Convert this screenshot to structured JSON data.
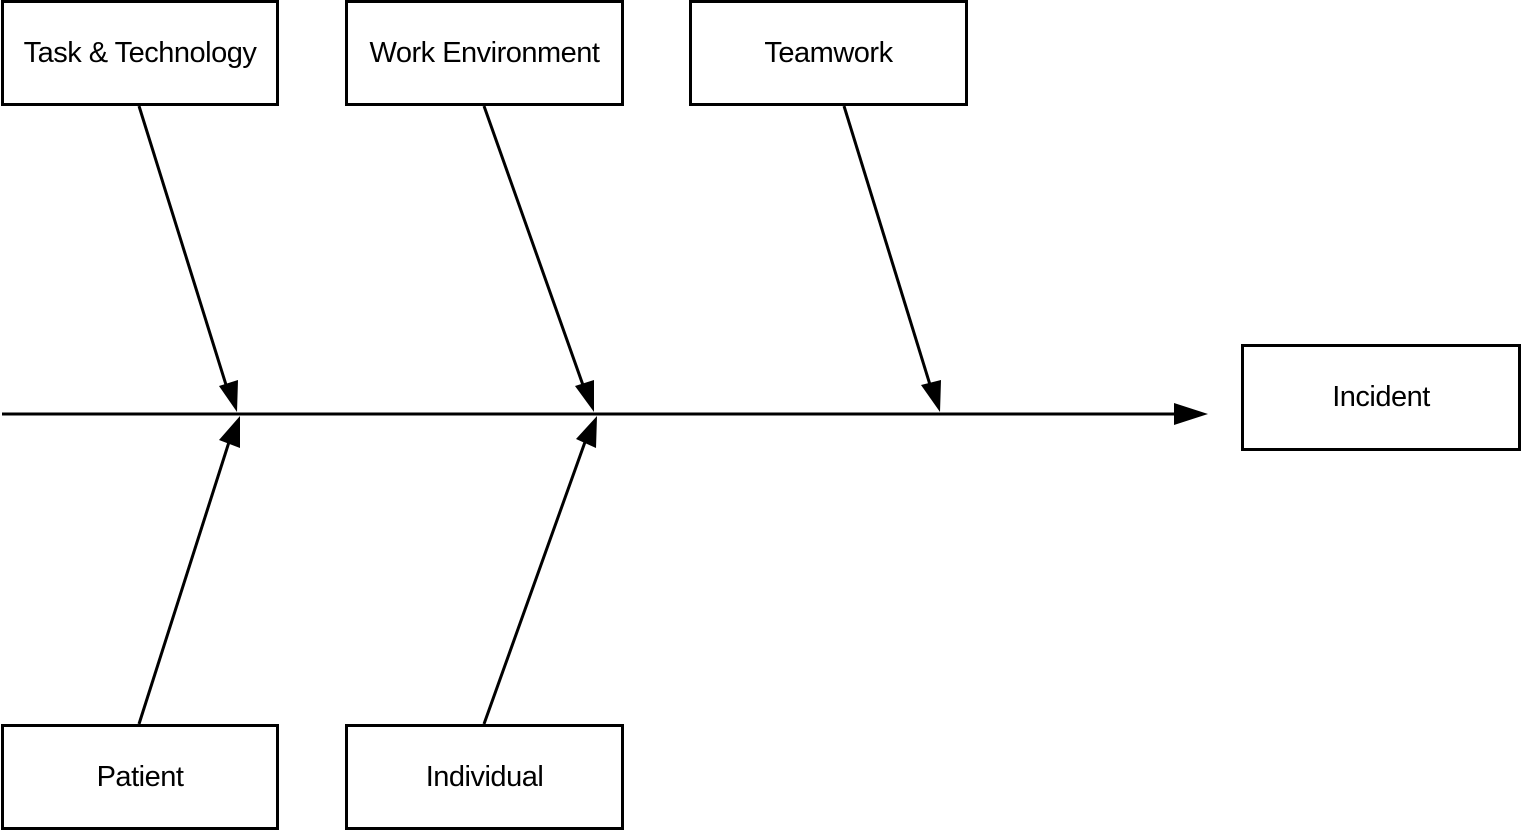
{
  "diagram": {
    "type": "fishbone",
    "effect": {
      "label": "Incident"
    },
    "causes": {
      "task_technology": "Task & Technology",
      "work_environment": "Work Environment",
      "teamwork": "Teamwork",
      "patient": "Patient",
      "individual": "Individual"
    },
    "line_color": "#000000",
    "background_color": "#ffffff"
  }
}
